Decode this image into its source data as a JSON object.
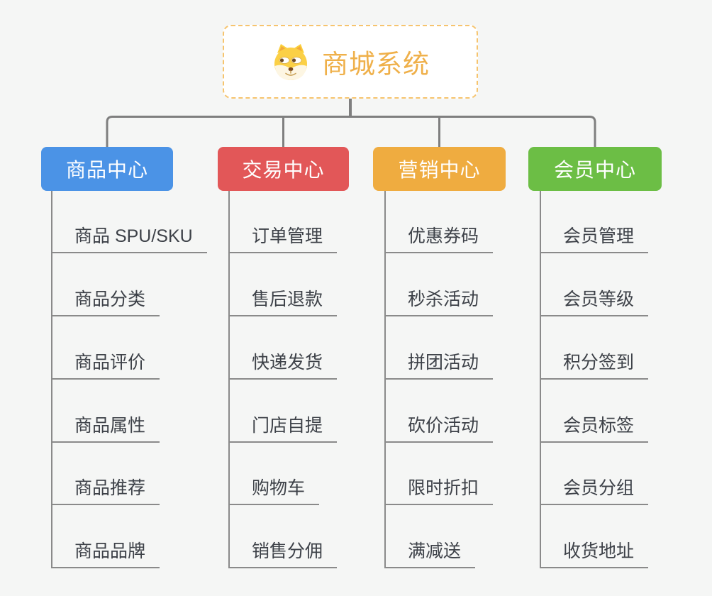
{
  "root": {
    "title": "商城系统",
    "icon": "dog-face-icon",
    "title_color": "#efb04a",
    "border_color": "#f6c46e"
  },
  "branches": [
    {
      "id": "product-center",
      "label": "商品中心",
      "color": "#4b93e6",
      "items": [
        "商品 SPU/SKU",
        "商品分类",
        "商品评价",
        "商品属性",
        "商品推荐",
        "商品品牌"
      ]
    },
    {
      "id": "trade-center",
      "label": "交易中心",
      "color": "#e25758",
      "items": [
        "订单管理",
        "售后退款",
        "快递发货",
        "门店自提",
        "购物车",
        "销售分佣"
      ]
    },
    {
      "id": "marketing-center",
      "label": "营销中心",
      "color": "#efac40",
      "items": [
        "优惠券码",
        "秒杀活动",
        "拼团活动",
        "砍价活动",
        "限时折扣",
        "满减送"
      ]
    },
    {
      "id": "member-center",
      "label": "会员中心",
      "color": "#6cbe45",
      "items": [
        "会员管理",
        "会员等级",
        "积分签到",
        "会员标签",
        "会员分组",
        "收货地址"
      ]
    }
  ],
  "connector_color": "#7f7f7f",
  "line_color": "#8a8a8a"
}
